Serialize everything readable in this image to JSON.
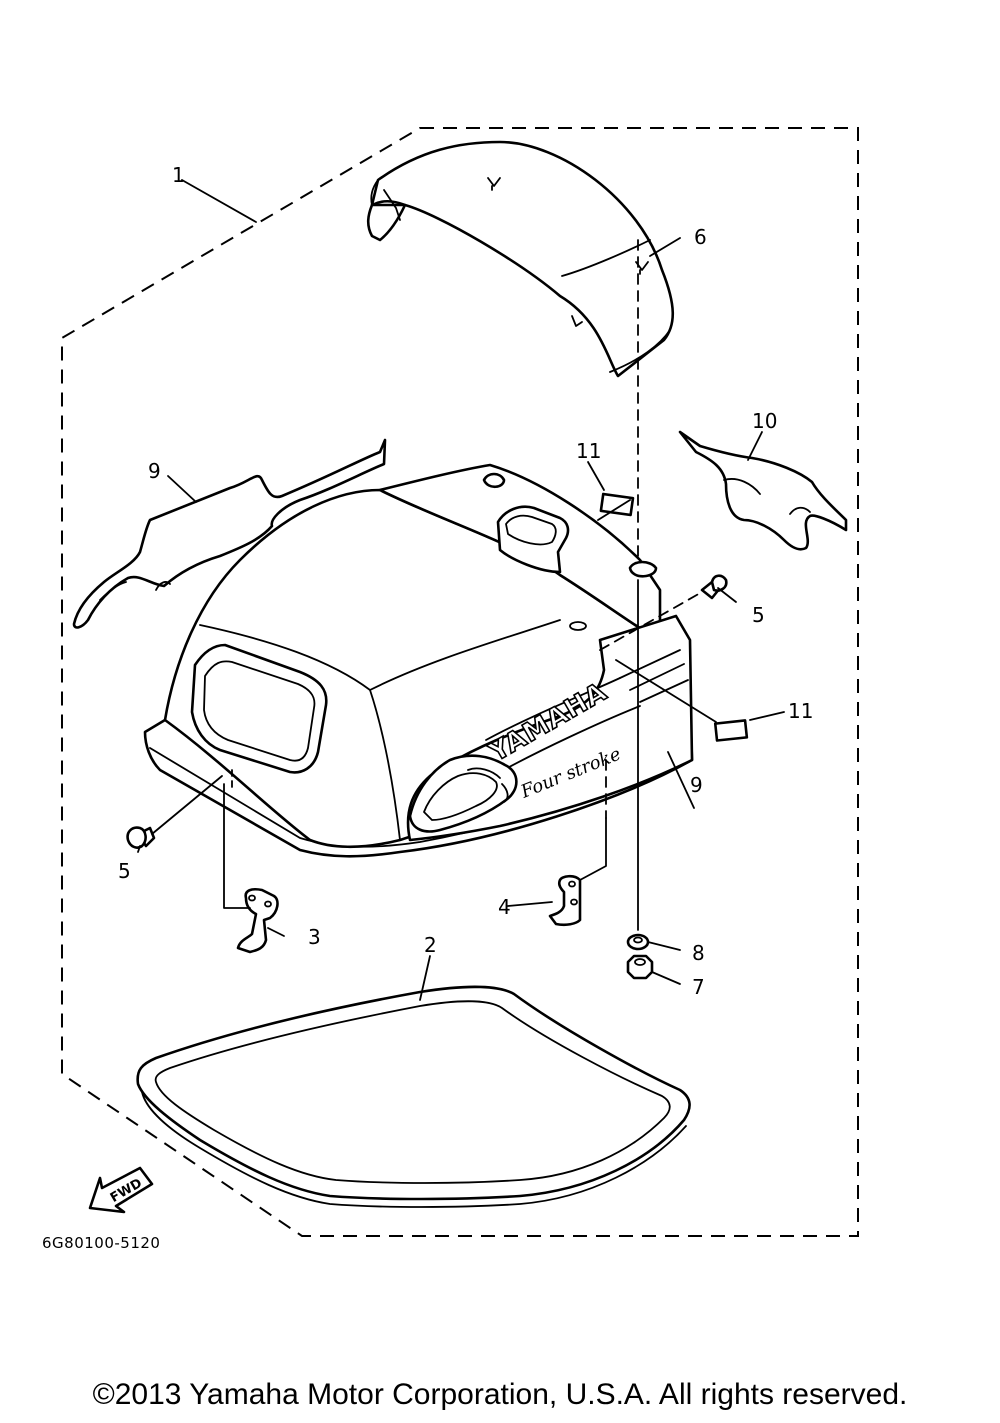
{
  "diagram": {
    "callouts": {
      "c1": "1",
      "c2": "2",
      "c3": "3",
      "c4": "4",
      "c5_left": "5",
      "c5_right": "5",
      "c6": "6",
      "c7": "7",
      "c8": "8",
      "c9_left": "9",
      "c9_right": "9",
      "c10": "10",
      "c11_top": "11",
      "c11_right": "11"
    },
    "cover_brand": "YAMAHA",
    "cover_subtext": "Four stroke",
    "direction_arrow": "FWD",
    "part_number": "6G80100-5120"
  },
  "copyright": "©2013 Yamaha Motor Corporation, U.S.A. All rights reserved."
}
